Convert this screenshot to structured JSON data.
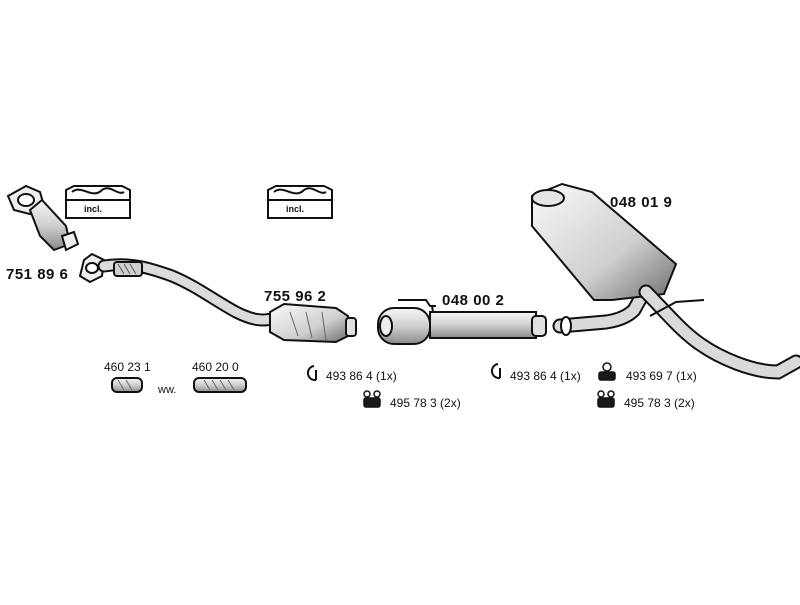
{
  "diagram": {
    "parts": {
      "manifold_pipe": "751 89 6",
      "catalytic_converter": "755 96 2",
      "middle_silencer": "048 00 2",
      "rear_silencer": "048 01 9"
    },
    "kit_labels": [
      "incl.",
      "incl."
    ],
    "repair_pipes": {
      "left": "460 23 1",
      "right": "460 20 0",
      "separator": "ww."
    },
    "hardware": {
      "clamp_1": "493 86 4 (1x)",
      "rubber_mount_1": "495 78 3 (2x)",
      "clamp_2": "493 86 4 (1x)",
      "rubber_mount_2": "493 69 7 (1x)",
      "rubber_mount_3": "495 78 3 (2x)"
    },
    "icons": [
      "clamp-icon",
      "rubber-mount-icon",
      "mounting-kit-icon"
    ],
    "colors": {
      "line": "#111111",
      "fill_light": "#e8e8e8",
      "fill_mid": "#bdbdbd",
      "background": "#ffffff"
    }
  }
}
